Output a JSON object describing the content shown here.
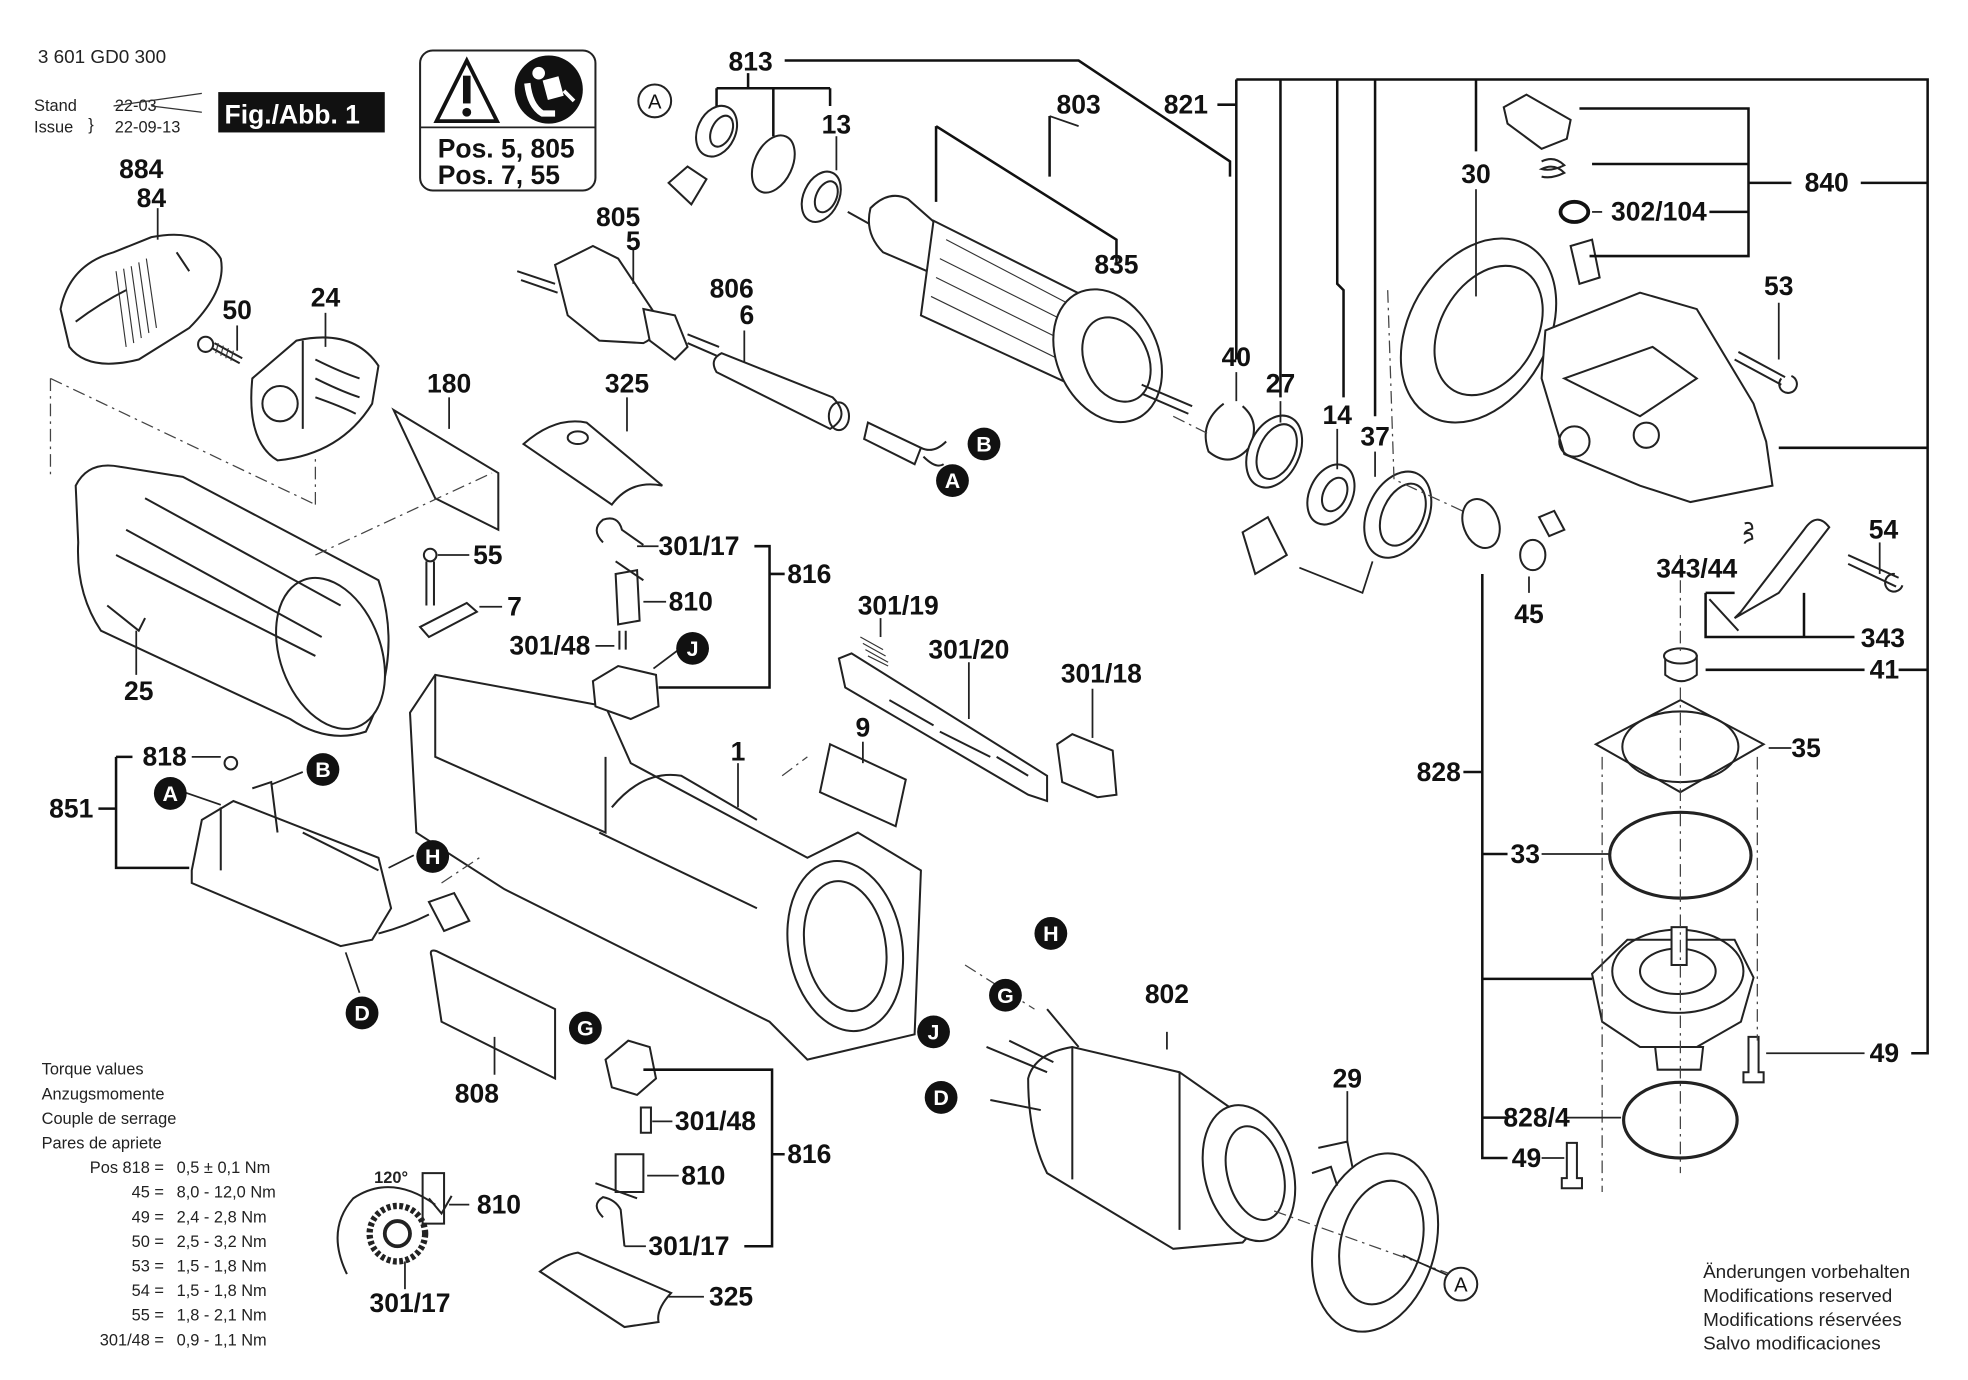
{
  "header": {
    "part_number": "3 601 GD0 300",
    "stand_label": "Stand",
    "issue_label": "Issue",
    "stand_value_struck": "22-03",
    "issue_value": "22-09-13",
    "figure_label": "Fig./Abb. 1"
  },
  "warning_box": {
    "icons": [
      "warning-triangle-icon",
      "read-manual-icon"
    ],
    "line1": "Pos. 5, 805",
    "line2": "Pos. 7, 55"
  },
  "position_labels": {
    "p884": "884",
    "p84": "84",
    "p50": "50",
    "p24": "24",
    "p180": "180",
    "p325_top": "325",
    "p805": "805",
    "p5": "5",
    "p806": "806",
    "p6": "6",
    "p813": "813",
    "p13": "13",
    "p803": "803",
    "p835": "835",
    "p821": "821",
    "p30": "30",
    "p840": "840",
    "p302_104": "302/104",
    "p53": "53",
    "p40": "40",
    "p27": "27",
    "p14": "14",
    "p37": "37",
    "p55": "55",
    "p7": "7",
    "p301_17_top": "301/17",
    "p816_top": "816",
    "p810_top": "810",
    "p301_48_top": "301/48",
    "p301_19": "301/19",
    "p301_20": "301/20",
    "p301_18": "301/18",
    "p9": "9",
    "p1": "1",
    "p25": "25",
    "p818": "818",
    "p851": "851",
    "p54": "54",
    "p343_44": "343/44",
    "p45": "45",
    "p343": "343",
    "p41": "41",
    "p35": "35",
    "p828": "828",
    "p33": "33",
    "p49_right": "49",
    "p828_4": "828/4",
    "p49_left": "49",
    "p802": "802",
    "p29": "29",
    "p808": "808",
    "p301_48_bot": "301/48",
    "p816_bot": "816",
    "p810_bot": "810",
    "p301_17_bot": "301/17",
    "p325_bot": "325",
    "p810_spring": "810",
    "p301_17_spring": "301/17",
    "spring_angle": "120°"
  },
  "connector_bubbles": {
    "a_bearing": "A",
    "b_cable": "B",
    "a_cable": "A",
    "j_top": "J",
    "b_switch": "B",
    "a_switch": "A",
    "h_switch": "H",
    "d_switch": "D",
    "h_stator": "H",
    "g_stator": "G",
    "j_stator": "J",
    "d_stator": "D",
    "g_holder": "G",
    "a_fan": "A"
  },
  "torque_table": {
    "headings": [
      "Torque values",
      "Anzugsmomente",
      "Couple de serrage",
      "Pares de apriete"
    ],
    "rows": [
      {
        "pos": "Pos 818 =",
        "value": "0,5 ± 0,1 Nm"
      },
      {
        "pos": "45 =",
        "value": "8,0 - 12,0 Nm"
      },
      {
        "pos": "49 =",
        "value": "2,4 - 2,8 Nm"
      },
      {
        "pos": "50 =",
        "value": "2,5 - 3,2 Nm"
      },
      {
        "pos": "53 =",
        "value": "1,5 - 1,8 Nm"
      },
      {
        "pos": "54 =",
        "value": "1,5 - 1,8 Nm"
      },
      {
        "pos": "55 =",
        "value": "1,8 - 2,1 Nm"
      },
      {
        "pos": "301/48 =",
        "value": "0,9 - 1,1 Nm"
      }
    ]
  },
  "footer_note": [
    "Änderungen vorbehalten",
    "Modifications reserved",
    "Modifications réservées",
    "Salvo modificaciones"
  ]
}
